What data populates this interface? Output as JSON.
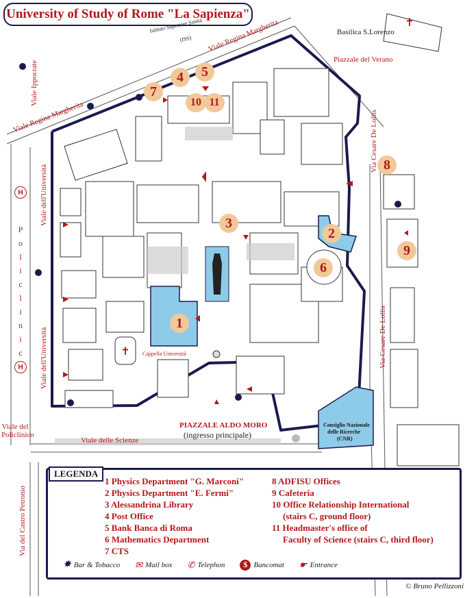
{
  "title": "University of Study of Rome \"La Sapienza\"",
  "places": {
    "basilica": "Basilica S.Lorenzo",
    "piazzale_verano": "Piazzale del Verano",
    "iss_line1": "Istituto Superiore Sanità",
    "iss_line2": "(ISS)",
    "regina_margherita_top": "Viale Regina Margherita",
    "regina_margherita_left": "Viale Regina Margherita",
    "ippocrate": "Viale Ippocrate",
    "universita_upper": "Viale dell'Università",
    "universita_lower": "Viale dell'Università",
    "policlinico": "Policlinico",
    "viale_policlinico": "Viale del Policlinico",
    "cesare_upper": "Via Cesare De Lollis",
    "cesare_lower": "Via Cesare De Lollis",
    "viale_scienze": "Viale delle Scienze",
    "castro_petronio": "Via del Castro Petronio",
    "piazzale_aldo_moro": "PIAZZALE ALDO MORO",
    "ingresso": "(ingresso principale)",
    "cappella": "Cappella Università",
    "cnr_line1": "Consiglio Nazionale",
    "cnr_line2": "delle Ricerche",
    "cnr_line3": "(CNR)",
    "hospital_letter": "H"
  },
  "markers": [
    "1",
    "2",
    "3",
    "4",
    "5",
    "6",
    "7",
    "8",
    "9",
    "10",
    "11"
  ],
  "legend": {
    "title": "LEGENDA",
    "left_items": [
      "1 Physics Department \"G. Marconi\"",
      "2 Physics Department \"E. Fermi\"",
      "3 Alessandrina Library",
      "4 Post Office",
      "5 Bank Banca di Roma",
      "6 Mathematics Department",
      "7 CTS"
    ],
    "right_items": [
      "8 ADFISU Offices",
      "9 Cafeteria",
      "10 Office Relationship International",
      "(stairs C, ground floor)",
      "11 Headmaster's office of",
      "Faculty of Science (stairs C, third floor)"
    ],
    "symbols": {
      "bar": "Bar & Tobacco",
      "mailbox": "Mail box",
      "telephone": "Telephon",
      "bancomat": "Bancomat",
      "entrance": "Entrance"
    },
    "symbol_icons": [
      "bar-tobacco-icon",
      "mailbox-icon",
      "telephone-icon",
      "bancomat-icon",
      "entrance-icon"
    ]
  },
  "credit": "© Bruno Pellizzoni",
  "colors": {
    "accent_red": "#b3171a",
    "boundary": "#1a1a50",
    "highlight_blue": "#8ecbe9",
    "marker_fill": "#f1c999"
  }
}
